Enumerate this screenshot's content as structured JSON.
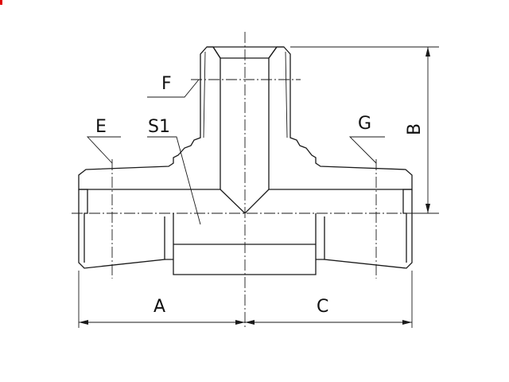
{
  "drawing": {
    "subject": "",
    "labels": {
      "A": "A",
      "B": "B",
      "C": "C",
      "E": "E",
      "F": "F",
      "G": "G",
      "S1": "S1"
    },
    "colors": {
      "line": "#1a1a1a",
      "corner_mark": "#e00000"
    }
  }
}
